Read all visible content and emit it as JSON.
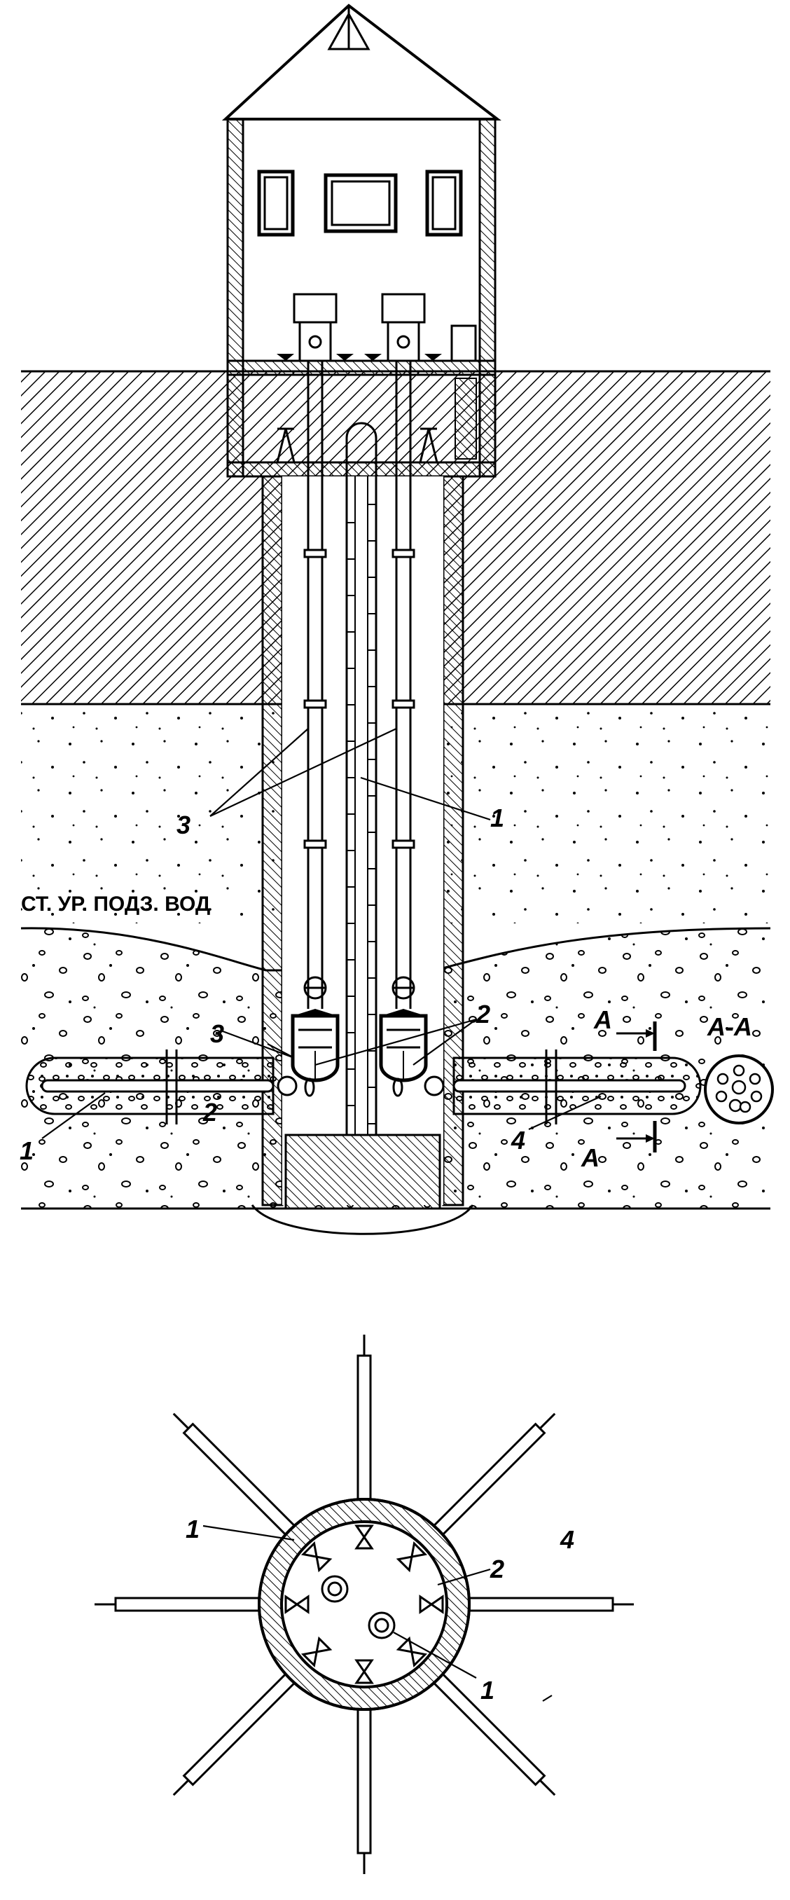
{
  "water_level_label": "СТ. УР. ПОДЗ. ВОД",
  "section_marker": "А",
  "section_title": "А-А",
  "callouts": {
    "label_1": "1",
    "label_2": "2",
    "label_3": "3",
    "label_4": "4"
  },
  "colors": {
    "ink": "#000000",
    "paper": "#ffffff"
  }
}
